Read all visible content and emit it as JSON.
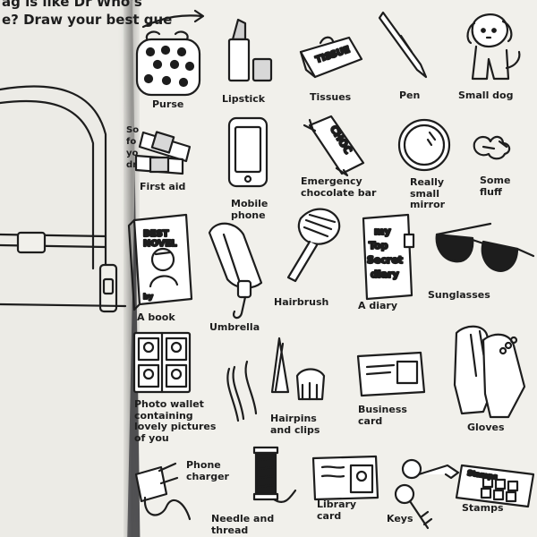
{
  "left_page": {
    "heading_lines": [
      "ag is like Dr Who's",
      "e? Draw your best gue"
    ],
    "side_note_lines": [
      "So",
      "fo",
      "yo",
      "dr"
    ]
  },
  "items": [
    {
      "id": "purse",
      "label_lines": [
        "Purse"
      ],
      "icon": "purse-icon"
    },
    {
      "id": "lipstick",
      "label_lines": [
        "Lipstick"
      ],
      "icon": "lipstick-icon"
    },
    {
      "id": "tissues",
      "label_lines": [
        "Tissues"
      ],
      "icon": "tissues-icon",
      "pack_text": "TISSUE"
    },
    {
      "id": "pen",
      "label_lines": [
        "Pen"
      ],
      "icon": "pen-icon"
    },
    {
      "id": "small-dog",
      "label_lines": [
        "Small dog"
      ],
      "icon": "dog-icon"
    },
    {
      "id": "first-aid",
      "label_lines": [
        "First aid"
      ],
      "icon": "plaster-icon"
    },
    {
      "id": "mobile-phone",
      "label_lines": [
        "Mobile",
        "phone"
      ],
      "icon": "phone-icon"
    },
    {
      "id": "chocolate",
      "label_lines": [
        "Emergency",
        "chocolate bar"
      ],
      "icon": "chocolate-icon",
      "wrapper_text": "CHOC"
    },
    {
      "id": "mirror",
      "label_lines": [
        "Really",
        "small",
        "mirror"
      ],
      "icon": "mirror-icon"
    },
    {
      "id": "fluff",
      "label_lines": [
        "Some",
        "fluff"
      ],
      "icon": "fluff-icon"
    },
    {
      "id": "book",
      "label_lines": [
        "A book"
      ],
      "icon": "book-icon",
      "cover_lines": [
        "BEST",
        "NOVEL"
      ],
      "byline": "by"
    },
    {
      "id": "umbrella",
      "label_lines": [
        "Umbrella"
      ],
      "icon": "umbrella-icon"
    },
    {
      "id": "hairbrush",
      "label_lines": [
        "Hairbrush"
      ],
      "icon": "hairbrush-icon"
    },
    {
      "id": "diary",
      "label_lines": [
        "A diary"
      ],
      "icon": "diary-icon",
      "cover_lines": [
        "my",
        "Top",
        "Secret",
        "diary"
      ]
    },
    {
      "id": "sunglasses",
      "label_lines": [
        "Sunglasses"
      ],
      "icon": "sunglasses-icon"
    },
    {
      "id": "photo-wallet",
      "label_lines": [
        "Photo wallet",
        "containing",
        "lovely pictures",
        "of you"
      ],
      "icon": "photo-wallet-icon"
    },
    {
      "id": "hairpins",
      "label_lines": [
        "Hairpins",
        "and clips"
      ],
      "icon": "hairpins-icon"
    },
    {
      "id": "business-card",
      "label_lines": [
        "Business",
        "card"
      ],
      "icon": "business-card-icon"
    },
    {
      "id": "gloves",
      "label_lines": [
        "Gloves"
      ],
      "icon": "gloves-icon"
    },
    {
      "id": "phone-charger",
      "label_lines": [
        "Phone",
        "charger"
      ],
      "icon": "charger-icon"
    },
    {
      "id": "needle-thread",
      "label_lines": [
        "Needle and",
        "thread"
      ],
      "icon": "needle-thread-icon"
    },
    {
      "id": "library-card",
      "label_lines": [
        "Library",
        "card"
      ],
      "icon": "library-card-icon"
    },
    {
      "id": "keys",
      "label_lines": [
        "Keys"
      ],
      "icon": "keys-icon"
    },
    {
      "id": "stamps",
      "label_lines": [
        "Stamps"
      ],
      "icon": "stamps-icon",
      "sheet_text": "Stamps"
    }
  ]
}
